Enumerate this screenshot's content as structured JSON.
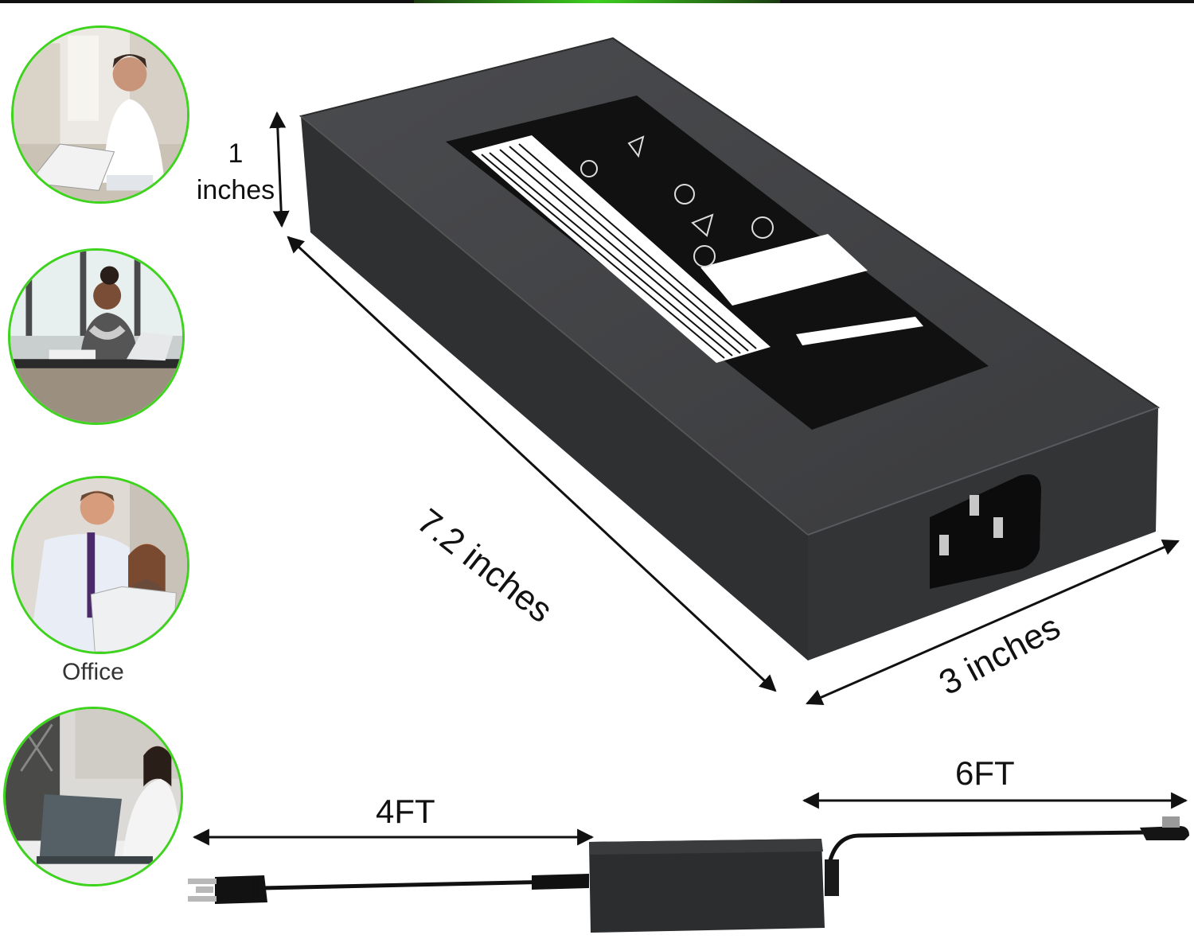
{
  "labels": {
    "office": "Office"
  },
  "dimensions": {
    "height_value": "1",
    "height_unit": "inches",
    "length": "7.2 inches",
    "width": "3 inches",
    "cable_ac": "4FT",
    "cable_dc": "6FT"
  },
  "colors": {
    "accent_green": "#3ed41e",
    "adapter_body": "#3a3b3d",
    "label_black": "#111111"
  },
  "scenes": [
    {
      "icon": "woman-with-laptop-photo"
    },
    {
      "icon": "woman-studying-photo"
    },
    {
      "icon": "office-colleagues-photo"
    },
    {
      "icon": "woman-typing-laptop-photo"
    }
  ]
}
